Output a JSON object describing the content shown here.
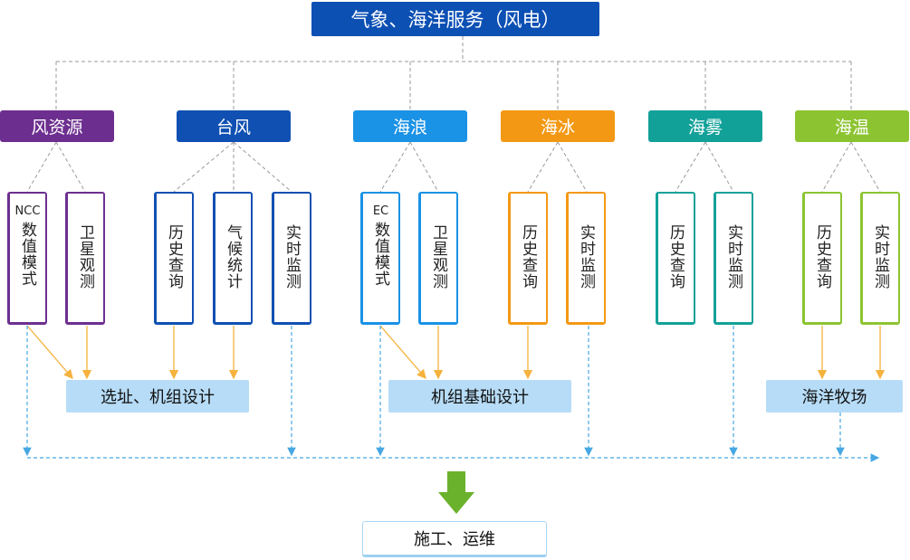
{
  "title": "气象、海洋服务（风电）",
  "categories": [
    {
      "label": "风资源",
      "color": "#6d2f8f"
    },
    {
      "label": "台风",
      "color": "#1050b2"
    },
    {
      "label": "海浪",
      "color": "#1a92e6"
    },
    {
      "label": "海冰",
      "color": "#f39814"
    },
    {
      "label": "海雾",
      "color": "#12a199"
    },
    {
      "label": "海温",
      "color": "#8cc431"
    }
  ],
  "items": [
    {
      "prefix": "NCC",
      "text": "数值模式"
    },
    {
      "prefix": "",
      "text": "卫星观测"
    },
    {
      "prefix": "",
      "text": "历史查询"
    },
    {
      "prefix": "",
      "text": "气候统计"
    },
    {
      "prefix": "",
      "text": "实时监测"
    },
    {
      "prefix": "EC",
      "text": "数值模式"
    },
    {
      "prefix": "",
      "text": "卫星观测"
    },
    {
      "prefix": "",
      "text": "历史查询"
    },
    {
      "prefix": "",
      "text": "实时监测"
    },
    {
      "prefix": "",
      "text": "历史查询"
    },
    {
      "prefix": "",
      "text": "实时监测"
    },
    {
      "prefix": "",
      "text": "历史查询"
    },
    {
      "prefix": "",
      "text": "实时监测"
    }
  ],
  "results": [
    {
      "label": "选址、机组设计"
    },
    {
      "label": "机组基础设计"
    },
    {
      "label": "海洋牧场"
    }
  ],
  "final": "施工、运维"
}
